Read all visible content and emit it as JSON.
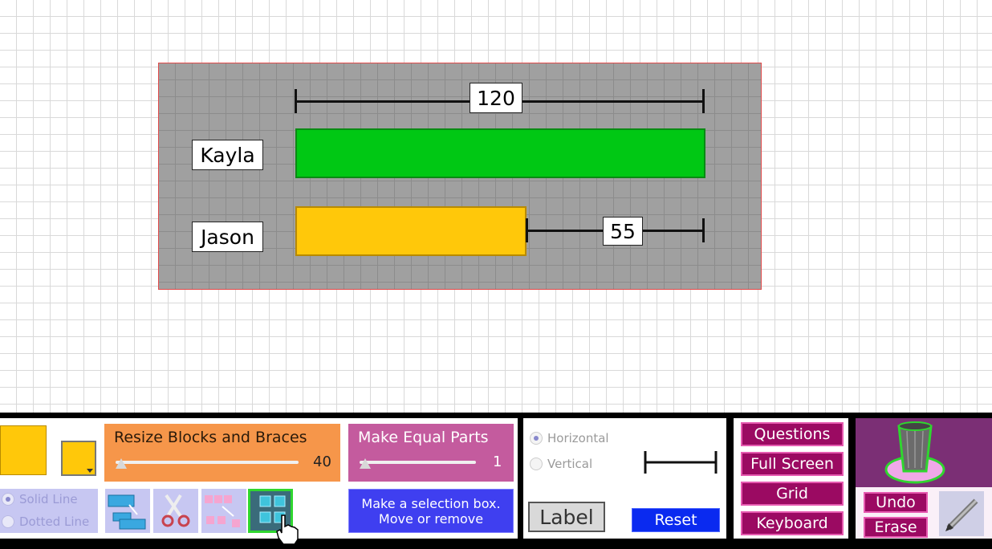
{
  "model": {
    "brace_top_value": "120",
    "rows": [
      {
        "name": "Kayla",
        "color": "#00c814"
      },
      {
        "name": "Jason",
        "color": "#ffc80a"
      }
    ],
    "brace_jason_value": "55"
  },
  "toolbar": {
    "block_color": "#ffc80a",
    "resize_title": "Resize Blocks and Braces",
    "resize_value": "40",
    "equal_title": "Make Equal Parts",
    "equal_value": "1",
    "line_solid": "Solid Line",
    "line_dotted": "Dotted Line",
    "selection_line1": "Make a selection box.",
    "selection_line2": "Move or remove",
    "orient_horizontal": "Horizontal",
    "orient_vertical": "Vertical",
    "label_button": "Label",
    "reset_button": "Reset",
    "questions": "Questions",
    "full_screen": "Full Screen",
    "grid": "Grid",
    "keyboard": "Keyboard",
    "undo": "Undo",
    "erase": "Erase"
  }
}
